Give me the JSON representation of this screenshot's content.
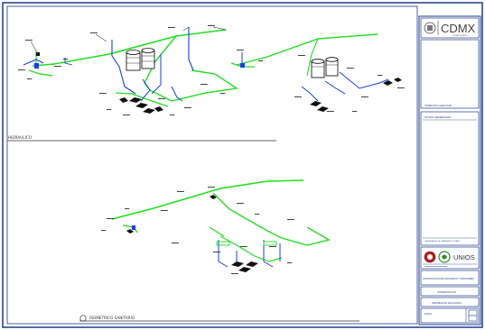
{
  "drawing": {
    "title_hidraulico": "HIDRAULICO",
    "title_sanitario": "ISOMETRICO SANITARIO",
    "pipe_colors": {
      "main": "#22dd22",
      "cold": "#1a3fe0",
      "fixture": "#000000",
      "frame": "#1f3a8a"
    }
  },
  "title_block": {
    "logo_text": "CDMX",
    "logo_subtext": "CIUDAD DE MÉXICO",
    "section_header": "TRABAJOS A EJECUTAR",
    "notes_header": "NOTAS GENERALES",
    "notes_footer": "CANTIDADES DE OBRA EN EL PLANO",
    "unios_logo": "UNIOS",
    "project_title": "CONSTRUCCION DE SANITARIOS Y VESTIDORES",
    "plan_name": "ISOMETRICOS",
    "approvals": "APROBACION DE PLANOS",
    "sheet_label": "PLANO"
  }
}
